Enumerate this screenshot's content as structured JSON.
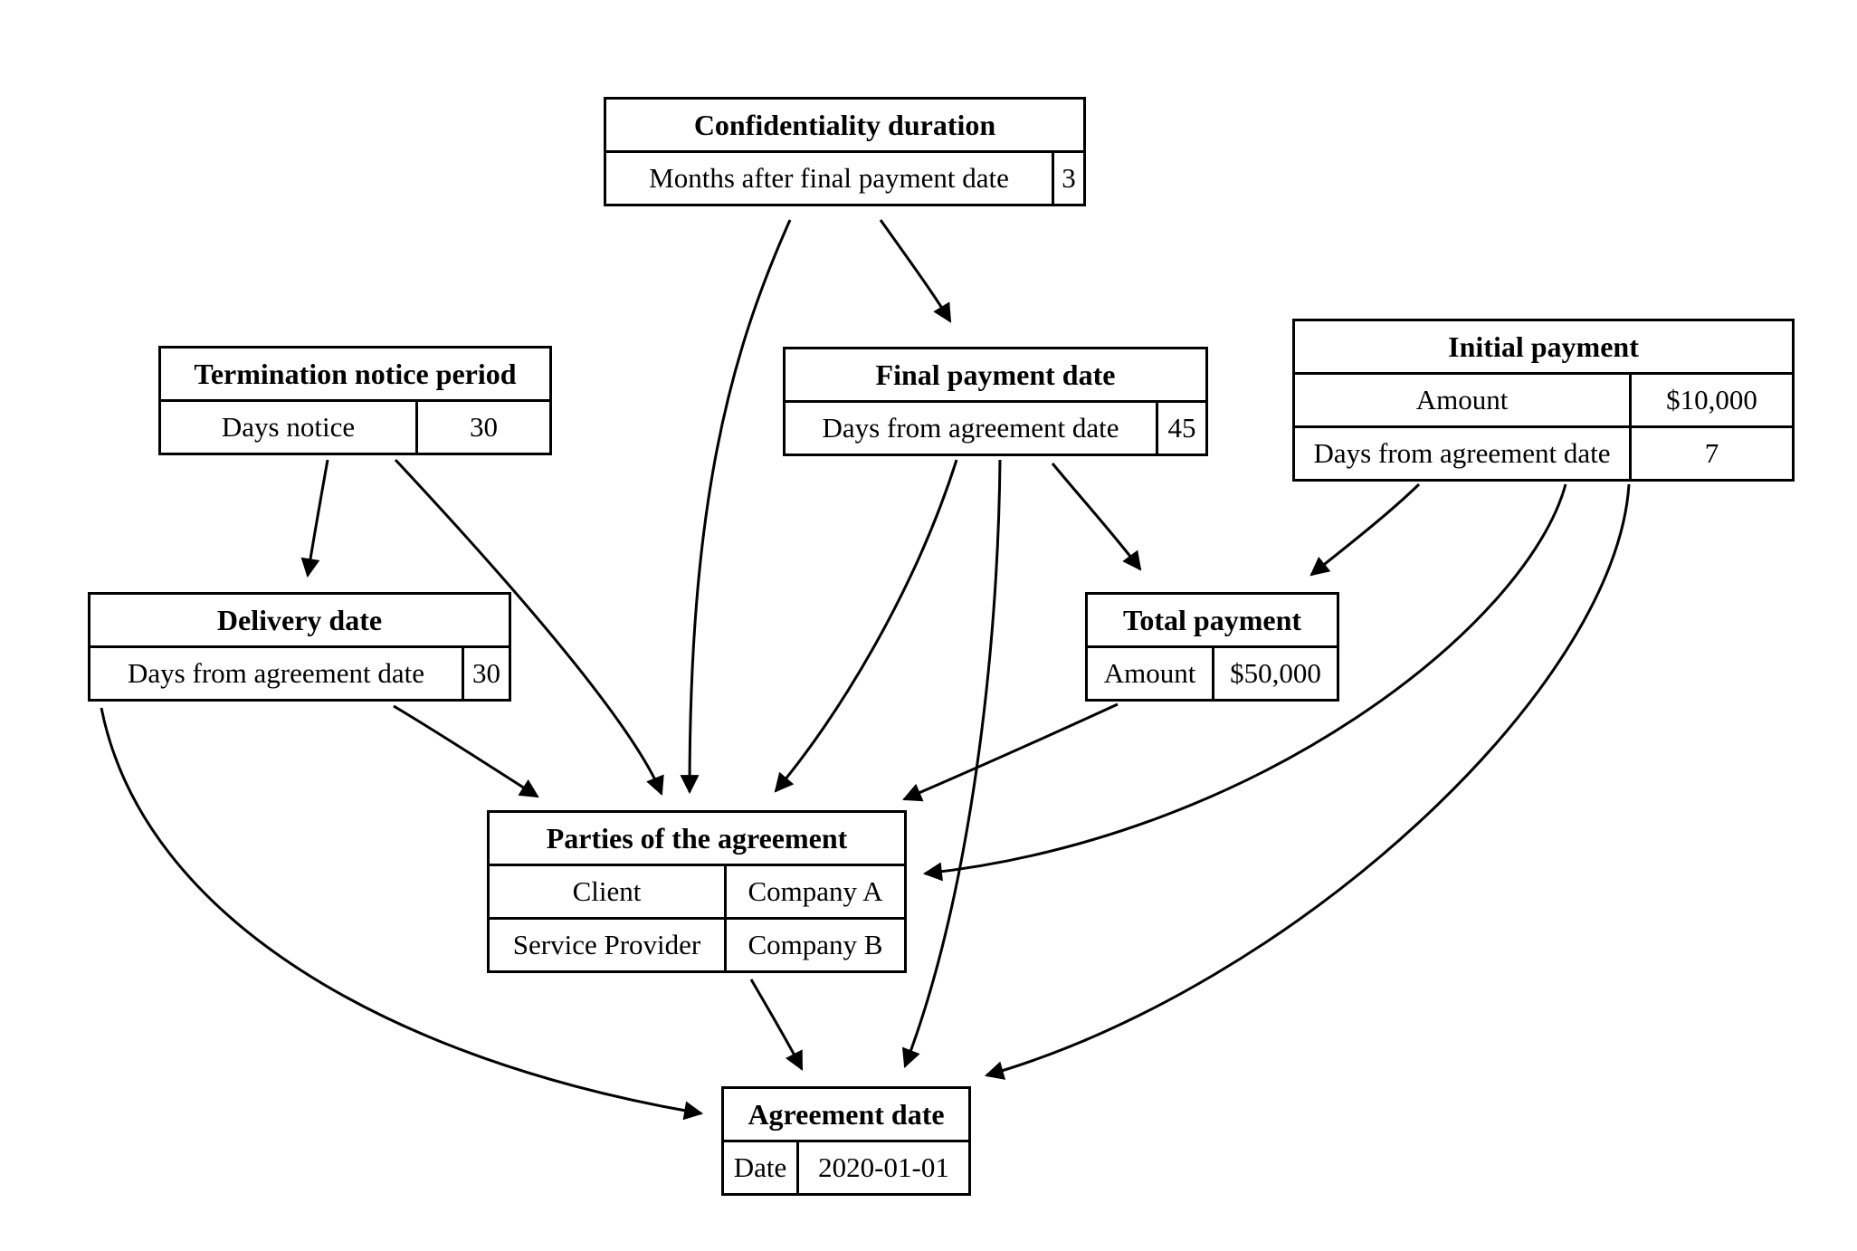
{
  "diagram": {
    "background_color": "#ffffff",
    "line_color": "#000000",
    "nodes": {
      "confidentiality_duration": {
        "title": "Confidentiality duration",
        "rows": [
          {
            "label": "Months after final payment date",
            "value": "3"
          }
        ]
      },
      "termination_notice_period": {
        "title": "Termination notice period",
        "rows": [
          {
            "label": "Days notice",
            "value": "30"
          }
        ]
      },
      "final_payment_date": {
        "title": "Final payment date",
        "rows": [
          {
            "label": "Days from agreement date",
            "value": "45"
          }
        ]
      },
      "initial_payment": {
        "title": "Initial payment",
        "rows": [
          {
            "label": "Amount",
            "value": "$10,000"
          },
          {
            "label": "Days from agreement date",
            "value": "7"
          }
        ]
      },
      "delivery_date": {
        "title": "Delivery date",
        "rows": [
          {
            "label": "Days from agreement date",
            "value": "30"
          }
        ]
      },
      "total_payment": {
        "title": "Total payment",
        "rows": [
          {
            "label": "Amount",
            "value": "$50,000"
          }
        ]
      },
      "parties_of_the_agreement": {
        "title": "Parties of the agreement",
        "rows": [
          {
            "label": "Client",
            "value": "Company A"
          },
          {
            "label": "Service Provider",
            "value": "Company B"
          }
        ]
      },
      "agreement_date": {
        "title": "Agreement date",
        "rows": [
          {
            "label": "Date",
            "value": "2020-01-01"
          }
        ]
      }
    },
    "edges": [
      {
        "from": "confidentiality_duration",
        "to": "final_payment_date"
      },
      {
        "from": "confidentiality_duration",
        "to": "parties_of_the_agreement"
      },
      {
        "from": "termination_notice_period",
        "to": "delivery_date"
      },
      {
        "from": "termination_notice_period",
        "to": "parties_of_the_agreement"
      },
      {
        "from": "final_payment_date",
        "to": "parties_of_the_agreement"
      },
      {
        "from": "final_payment_date",
        "to": "total_payment"
      },
      {
        "from": "final_payment_date",
        "to": "agreement_date"
      },
      {
        "from": "initial_payment",
        "to": "total_payment"
      },
      {
        "from": "initial_payment",
        "to": "parties_of_the_agreement"
      },
      {
        "from": "initial_payment",
        "to": "agreement_date"
      },
      {
        "from": "delivery_date",
        "to": "parties_of_the_agreement"
      },
      {
        "from": "delivery_date",
        "to": "agreement_date"
      },
      {
        "from": "total_payment",
        "to": "parties_of_the_agreement"
      },
      {
        "from": "parties_of_the_agreement",
        "to": "agreement_date"
      }
    ]
  }
}
